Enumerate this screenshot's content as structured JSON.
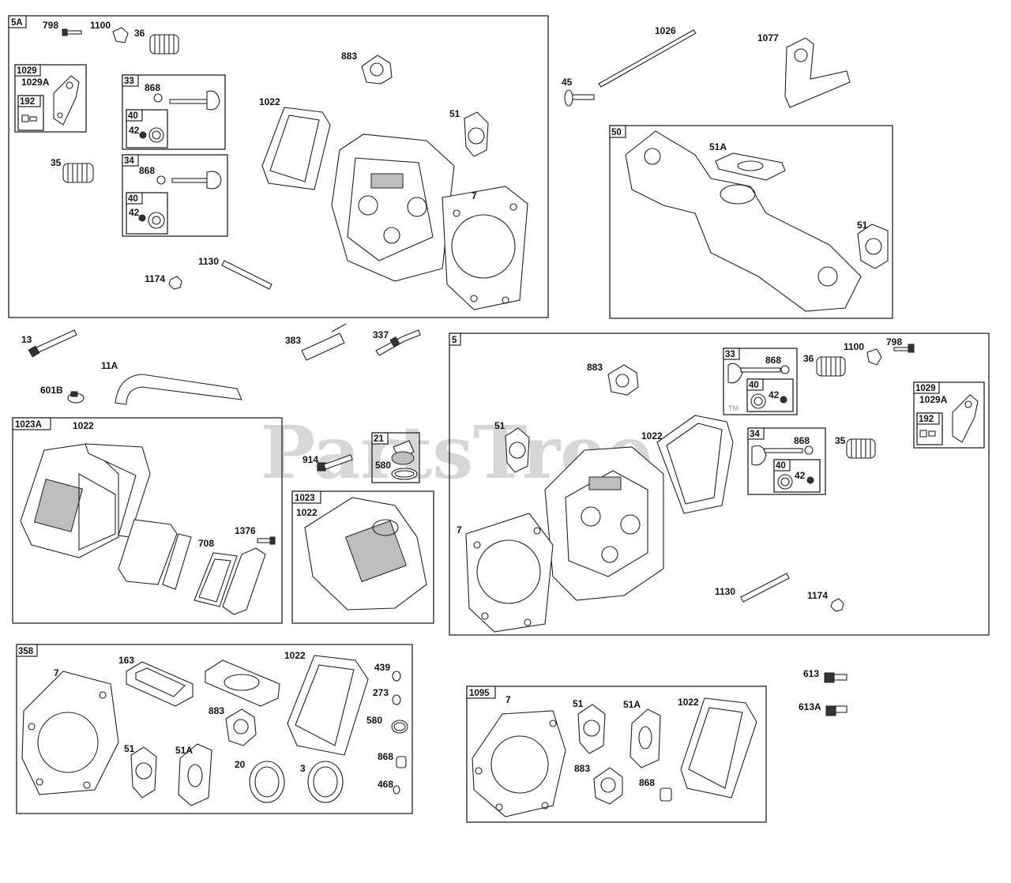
{
  "watermark": {
    "text": "PartsTree",
    "tm": "TM"
  },
  "groups": [
    {
      "id": "5A"
    },
    {
      "id": "1029"
    },
    {
      "id": "192"
    },
    {
      "id": "33"
    },
    {
      "id": "40"
    },
    {
      "id": "34"
    },
    {
      "id": "40"
    },
    {
      "id": "50"
    },
    {
      "id": "5"
    },
    {
      "id": "33"
    },
    {
      "id": "40"
    },
    {
      "id": "34"
    },
    {
      "id": "40"
    },
    {
      "id": "1029"
    },
    {
      "id": "192"
    },
    {
      "id": "1023A"
    },
    {
      "id": "21"
    },
    {
      "id": "1023"
    },
    {
      "id": "358"
    },
    {
      "id": "1095"
    }
  ],
  "callouts": [
    "798",
    "1100",
    "36",
    "1029A",
    "868",
    "42",
    "868",
    "42",
    "35",
    "883",
    "1022",
    "51",
    "7",
    "1130",
    "1174",
    "1026",
    "1077",
    "45",
    "51A",
    "51",
    "13",
    "383",
    "337",
    "11A",
    "601B",
    "1022",
    "914",
    "580",
    "1376",
    "708",
    "1022",
    "883",
    "868",
    "36",
    "1100",
    "798",
    "42",
    "51",
    "1022",
    "868",
    "35",
    "42",
    "1029A",
    "7",
    "1130",
    "1174",
    "7",
    "163",
    "1022",
    "439",
    "273",
    "883",
    "580",
    "51",
    "51A",
    "20",
    "3",
    "868",
    "468",
    "613",
    "613A",
    "7",
    "51",
    "51A",
    "1022",
    "883",
    "868"
  ]
}
